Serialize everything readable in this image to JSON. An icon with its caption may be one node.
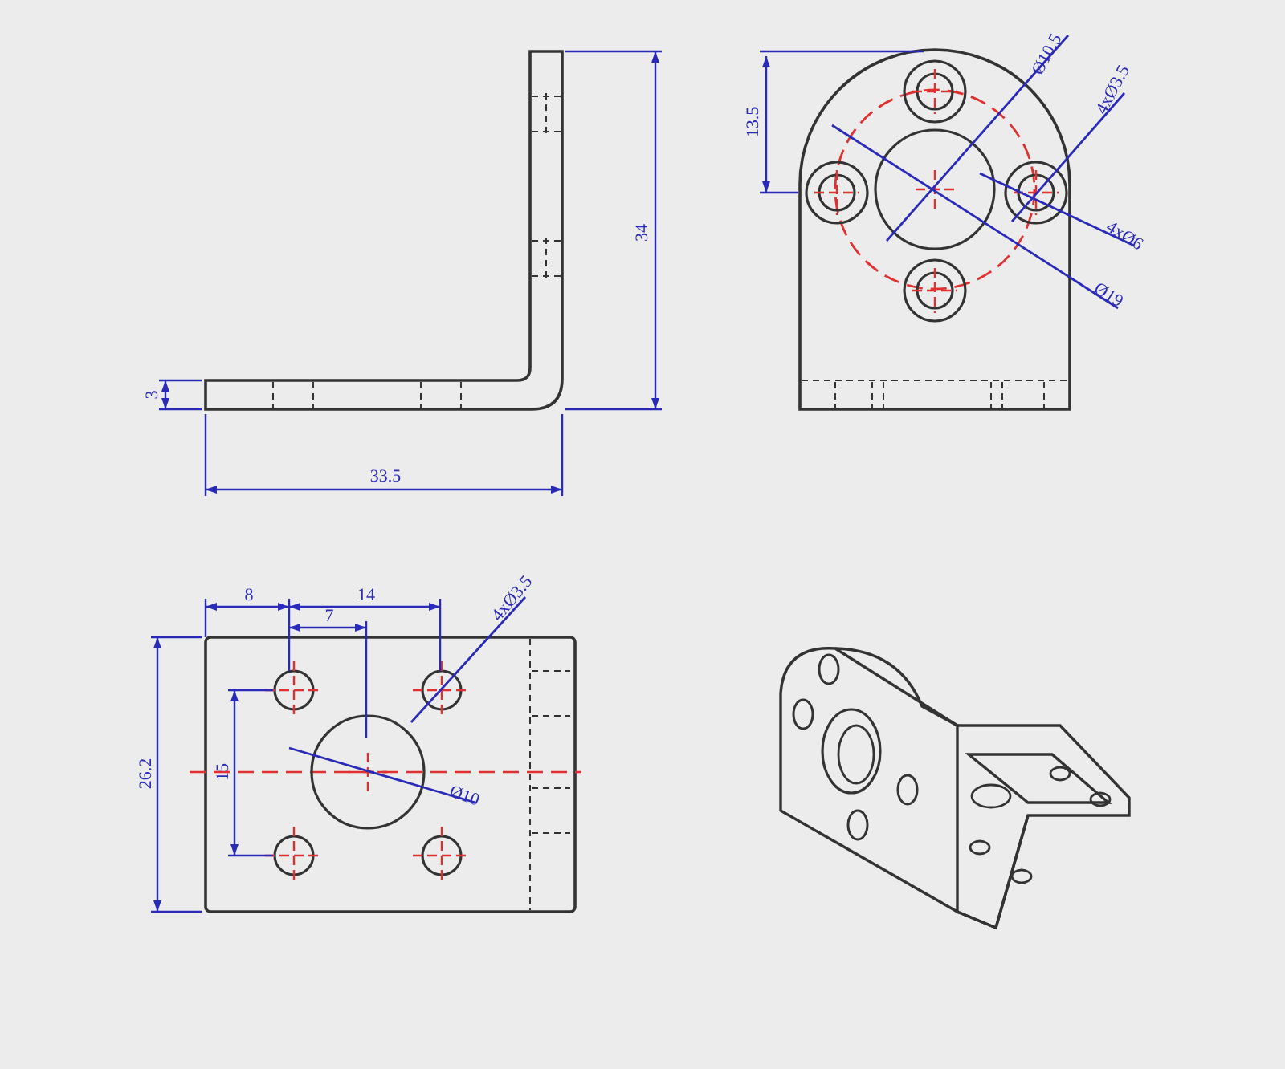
{
  "diagram": {
    "labels": [
      "34",
      "3",
      "33.5",
      "13.5",
      "Ø10.5",
      "4xØ3.5",
      "4xØ6",
      "Ø19",
      "8",
      "14",
      "7",
      "4xØ3.5",
      "26.2",
      "15",
      "Ø10"
    ]
  }
}
